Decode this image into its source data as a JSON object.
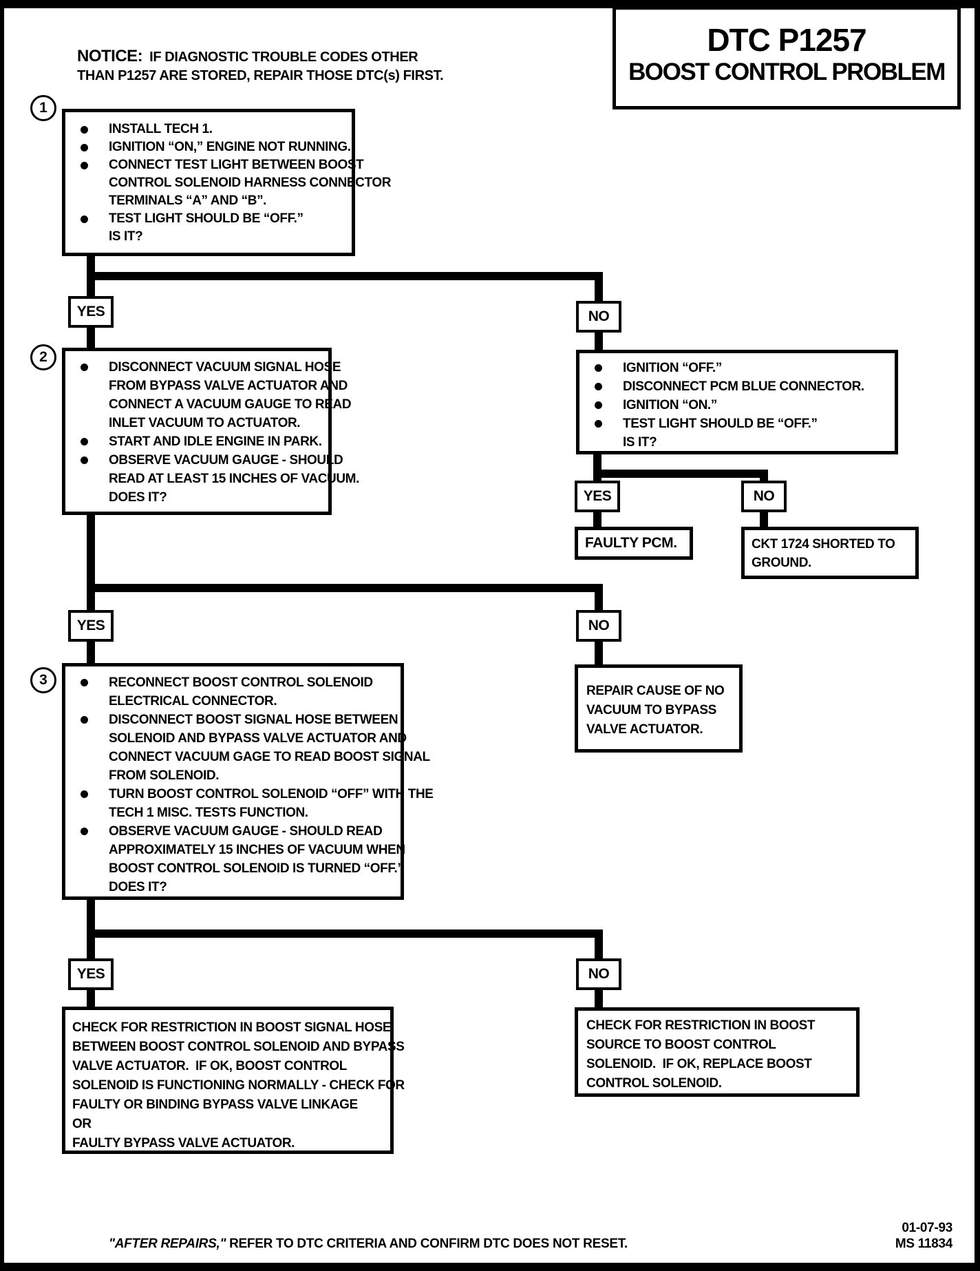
{
  "header": {
    "title_line1": "DTC P1257",
    "title_line2": "BOOST CONTROL PROBLEM",
    "notice_label": "NOTICE:",
    "notice_line1": "IF DIAGNOSTIC TROUBLE CODES OTHER",
    "notice_line2": "THAN P1257 ARE STORED, REPAIR THOSE DTC(s) FIRST."
  },
  "labels": {
    "yes": "YES",
    "no": "NO"
  },
  "steps": {
    "step1": {
      "number": "1",
      "bullets": [
        "INSTALL TECH 1.",
        "IGNITION “ON,” ENGINE NOT RUNNING.",
        "CONNECT TEST LIGHT BETWEEN BOOST\nCONTROL SOLENOID HARNESS CONNECTOR\nTERMINALS “A” AND “B”.",
        "TEST LIGHT SHOULD BE “OFF.”\nIS IT?"
      ]
    },
    "step2": {
      "number": "2",
      "bullets": [
        "DISCONNECT VACUUM SIGNAL HOSE\nFROM BYPASS VALVE ACTUATOR AND\nCONNECT A VACUUM GAUGE TO READ\nINLET VACUUM TO ACTUATOR.",
        "START AND IDLE ENGINE IN PARK.",
        "OBSERVE VACUUM GAUGE - SHOULD\nREAD AT LEAST 15 INCHES OF VACUUM.\nDOES IT?"
      ]
    },
    "step3": {
      "number": "3",
      "bullets": [
        "RECONNECT BOOST CONTROL SOLENOID\nELECTRICAL CONNECTOR.",
        "DISCONNECT BOOST SIGNAL HOSE BETWEEN\nSOLENOID AND BYPASS VALVE ACTUATOR AND\nCONNECT VACUUM GAGE TO READ BOOST SIGNAL\nFROM SOLENOID.",
        "TURN BOOST CONTROL SOLENOID “OFF” WITH THE\nTECH 1 MISC. TESTS FUNCTION.",
        "OBSERVE VACUUM GAUGE - SHOULD READ\nAPPROXIMATELY 15 INCHES OF VACUUM WHEN\nBOOST CONTROL SOLENOID IS TURNED “OFF.”\nDOES IT?"
      ]
    },
    "no1_box": {
      "bullets": [
        "IGNITION “OFF.”",
        "DISCONNECT PCM BLUE CONNECTOR.",
        "IGNITION “ON.”",
        "TEST LIGHT SHOULD BE “OFF.”\nIS IT?"
      ]
    }
  },
  "results": {
    "faulty_pcm": "FAULTY PCM.",
    "ckt_shorted": "CKT 1724 SHORTED TO\nGROUND.",
    "repair_vacuum": "REPAIR CAUSE OF NO\nVACUUM TO BYPASS\nVALVE ACTUATOR.",
    "check_signal_hose": "CHECK FOR RESTRICTION IN BOOST SIGNAL HOSE\nBETWEEN BOOST CONTROL SOLENOID AND BYPASS\nVALVE ACTUATOR.  IF OK, BOOST CONTROL\nSOLENOID IS FUNCTIONING NORMALLY - CHECK FOR\nFAULTY OR BINDING BYPASS VALVE LINKAGE\nOR\nFAULTY BYPASS VALVE ACTUATOR.",
    "check_boost_source": "CHECK FOR RESTRICTION IN BOOST\nSOURCE TO BOOST CONTROL\nSOLENOID.  IF OK, REPLACE BOOST\nCONTROL SOLENOID."
  },
  "footer": {
    "after_repairs": "\"AFTER REPAIRS,\"",
    "instruction": " REFER TO DTC CRITERIA AND CONFIRM DTC DOES NOT RESET.",
    "date": "01-07-93",
    "doc_number": "MS 11834"
  }
}
